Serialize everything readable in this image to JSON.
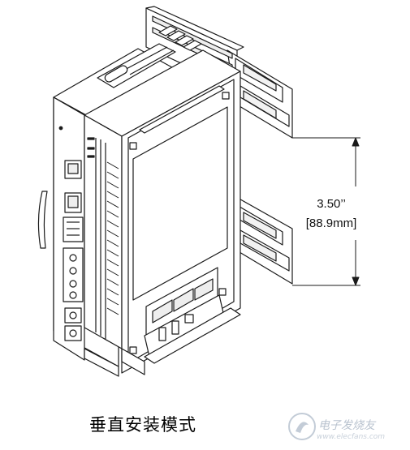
{
  "diagram": {
    "dimension": {
      "inch_label": "3.50’’",
      "mm_label": "[88.9mm]"
    },
    "caption": "垂直安装模式",
    "watermark": {
      "text": "电子发烧友",
      "sub": "www.elecfans.com"
    }
  }
}
